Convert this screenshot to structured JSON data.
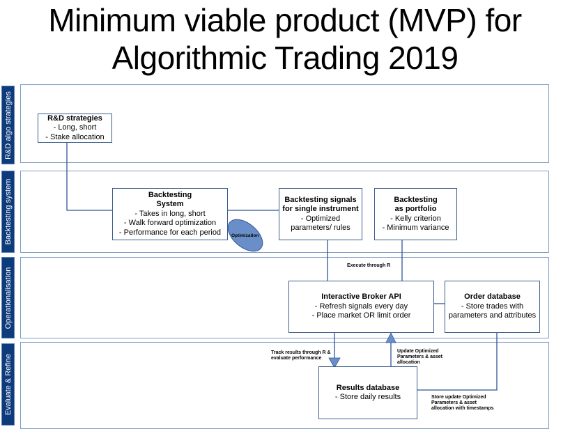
{
  "title": {
    "line1": "Minimum viable product (MVP) for",
    "line2": "Algorithmic Trading 2019"
  },
  "lanes": [
    {
      "label": "R&D algo strategies"
    },
    {
      "label": "Backtesting system"
    },
    {
      "label": "Operationalisation"
    },
    {
      "label": "Evaluate & Refine"
    }
  ],
  "boxes": {
    "rd": {
      "title": "R&D strategies",
      "lines": [
        "- Long, short",
        "- Stake allocation"
      ]
    },
    "backtesting_system": {
      "title1": "Backtesting",
      "title2": "System",
      "lines": [
        "- Takes in long, short",
        "- Walk forward optimization",
        "- Performance for each period"
      ]
    },
    "signals": {
      "title1": "Backtesting signals",
      "title2": "for single instrument",
      "lines": [
        "- Optimized",
        "parameters/ rules"
      ]
    },
    "portfolio": {
      "title1": "Backtesting",
      "title2": "as portfolio",
      "lines": [
        "- Kelly criterion",
        "- Minimum variance"
      ]
    },
    "ib_api": {
      "title": "Interactive Broker API",
      "lines": [
        "- Refresh signals every day",
        "- Place market OR limit order"
      ]
    },
    "order_db": {
      "title": "Order database",
      "lines": [
        "- Store trades with",
        "parameters and attributes"
      ]
    },
    "results_db": {
      "title": "Results database",
      "lines": [
        "- Store daily results"
      ]
    }
  },
  "annotations": {
    "optimization": "Optimization",
    "execute": "Execute through R",
    "track1": "Track results through R &",
    "track2": "evaluate performance",
    "update1": "Update Optimized",
    "update2": "Parameters & asset",
    "update3": "allocation",
    "store1": "Store update Optimized",
    "store2": "Parameters & asset",
    "store3": "allocation with timestamps"
  },
  "colors": {
    "lane_label_bg": "#0e3b7c",
    "connector": "#2f5597",
    "ellipse_fill": "#6a8fc8",
    "arrow_fill": "#6a8fc8"
  }
}
